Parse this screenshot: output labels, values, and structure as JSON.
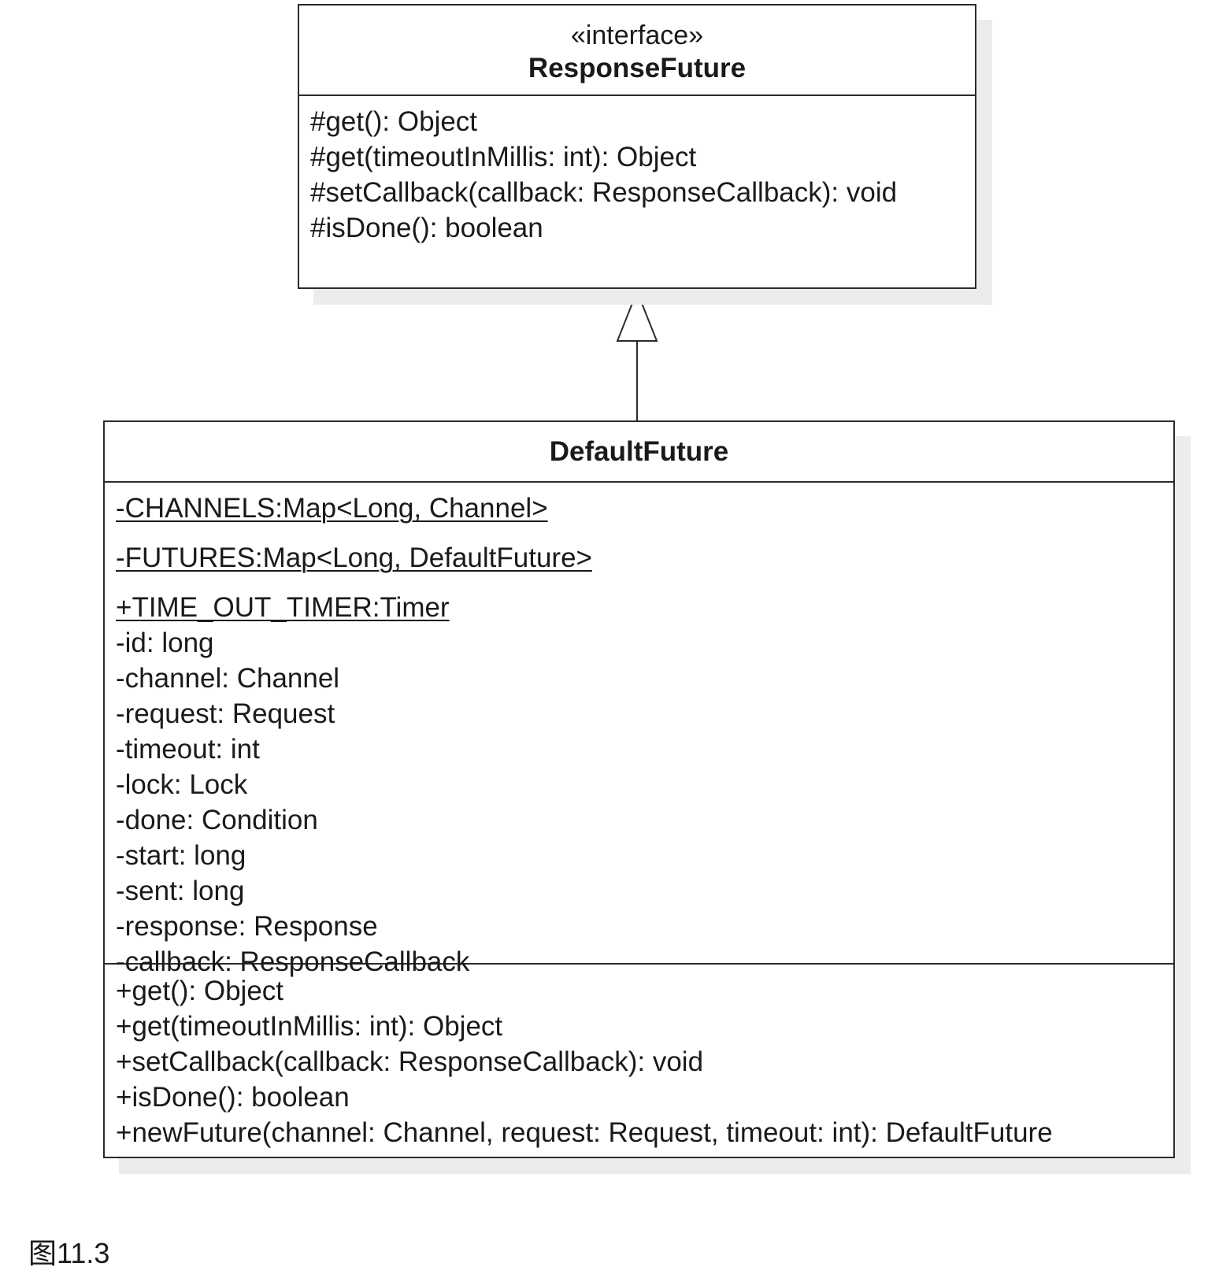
{
  "interface": {
    "stereotype": "«interface»",
    "name": "ResponseFuture",
    "operations": [
      "#get(): Object",
      "#get(timeoutInMillis: int): Object",
      "#setCallback(callback: ResponseCallback): void",
      "#isDone(): boolean"
    ]
  },
  "class": {
    "name": "DefaultFuture",
    "attributes": [
      "-CHANNELS:Map<Long, Channel>",
      "-FUTURES:Map<Long, DefaultFuture>",
      "+TIME_OUT_TIMER:Timer",
      "-id: long",
      "-channel: Channel",
      "-request: Request",
      "-timeout: int",
      "-lock: Lock",
      "-done: Condition",
      "-start: long",
      "-sent: long",
      "-response: Response",
      "-callback: ResponseCallback"
    ],
    "operations": [
      "+get(): Object",
      "+get(timeoutInMillis: int): Object",
      "+setCallback(callback: ResponseCallback): void",
      "+isDone(): boolean",
      "+newFuture(channel: Channel, request: Request, timeout: int): DefaultFuture"
    ]
  },
  "relationship": {
    "type": "realization",
    "from": "DefaultFuture",
    "to": "ResponseFuture"
  },
  "caption": "图11.3",
  "colors": {
    "line": "#2b2b2b",
    "shadow": "#ececec",
    "text": "#1a1a1a"
  }
}
